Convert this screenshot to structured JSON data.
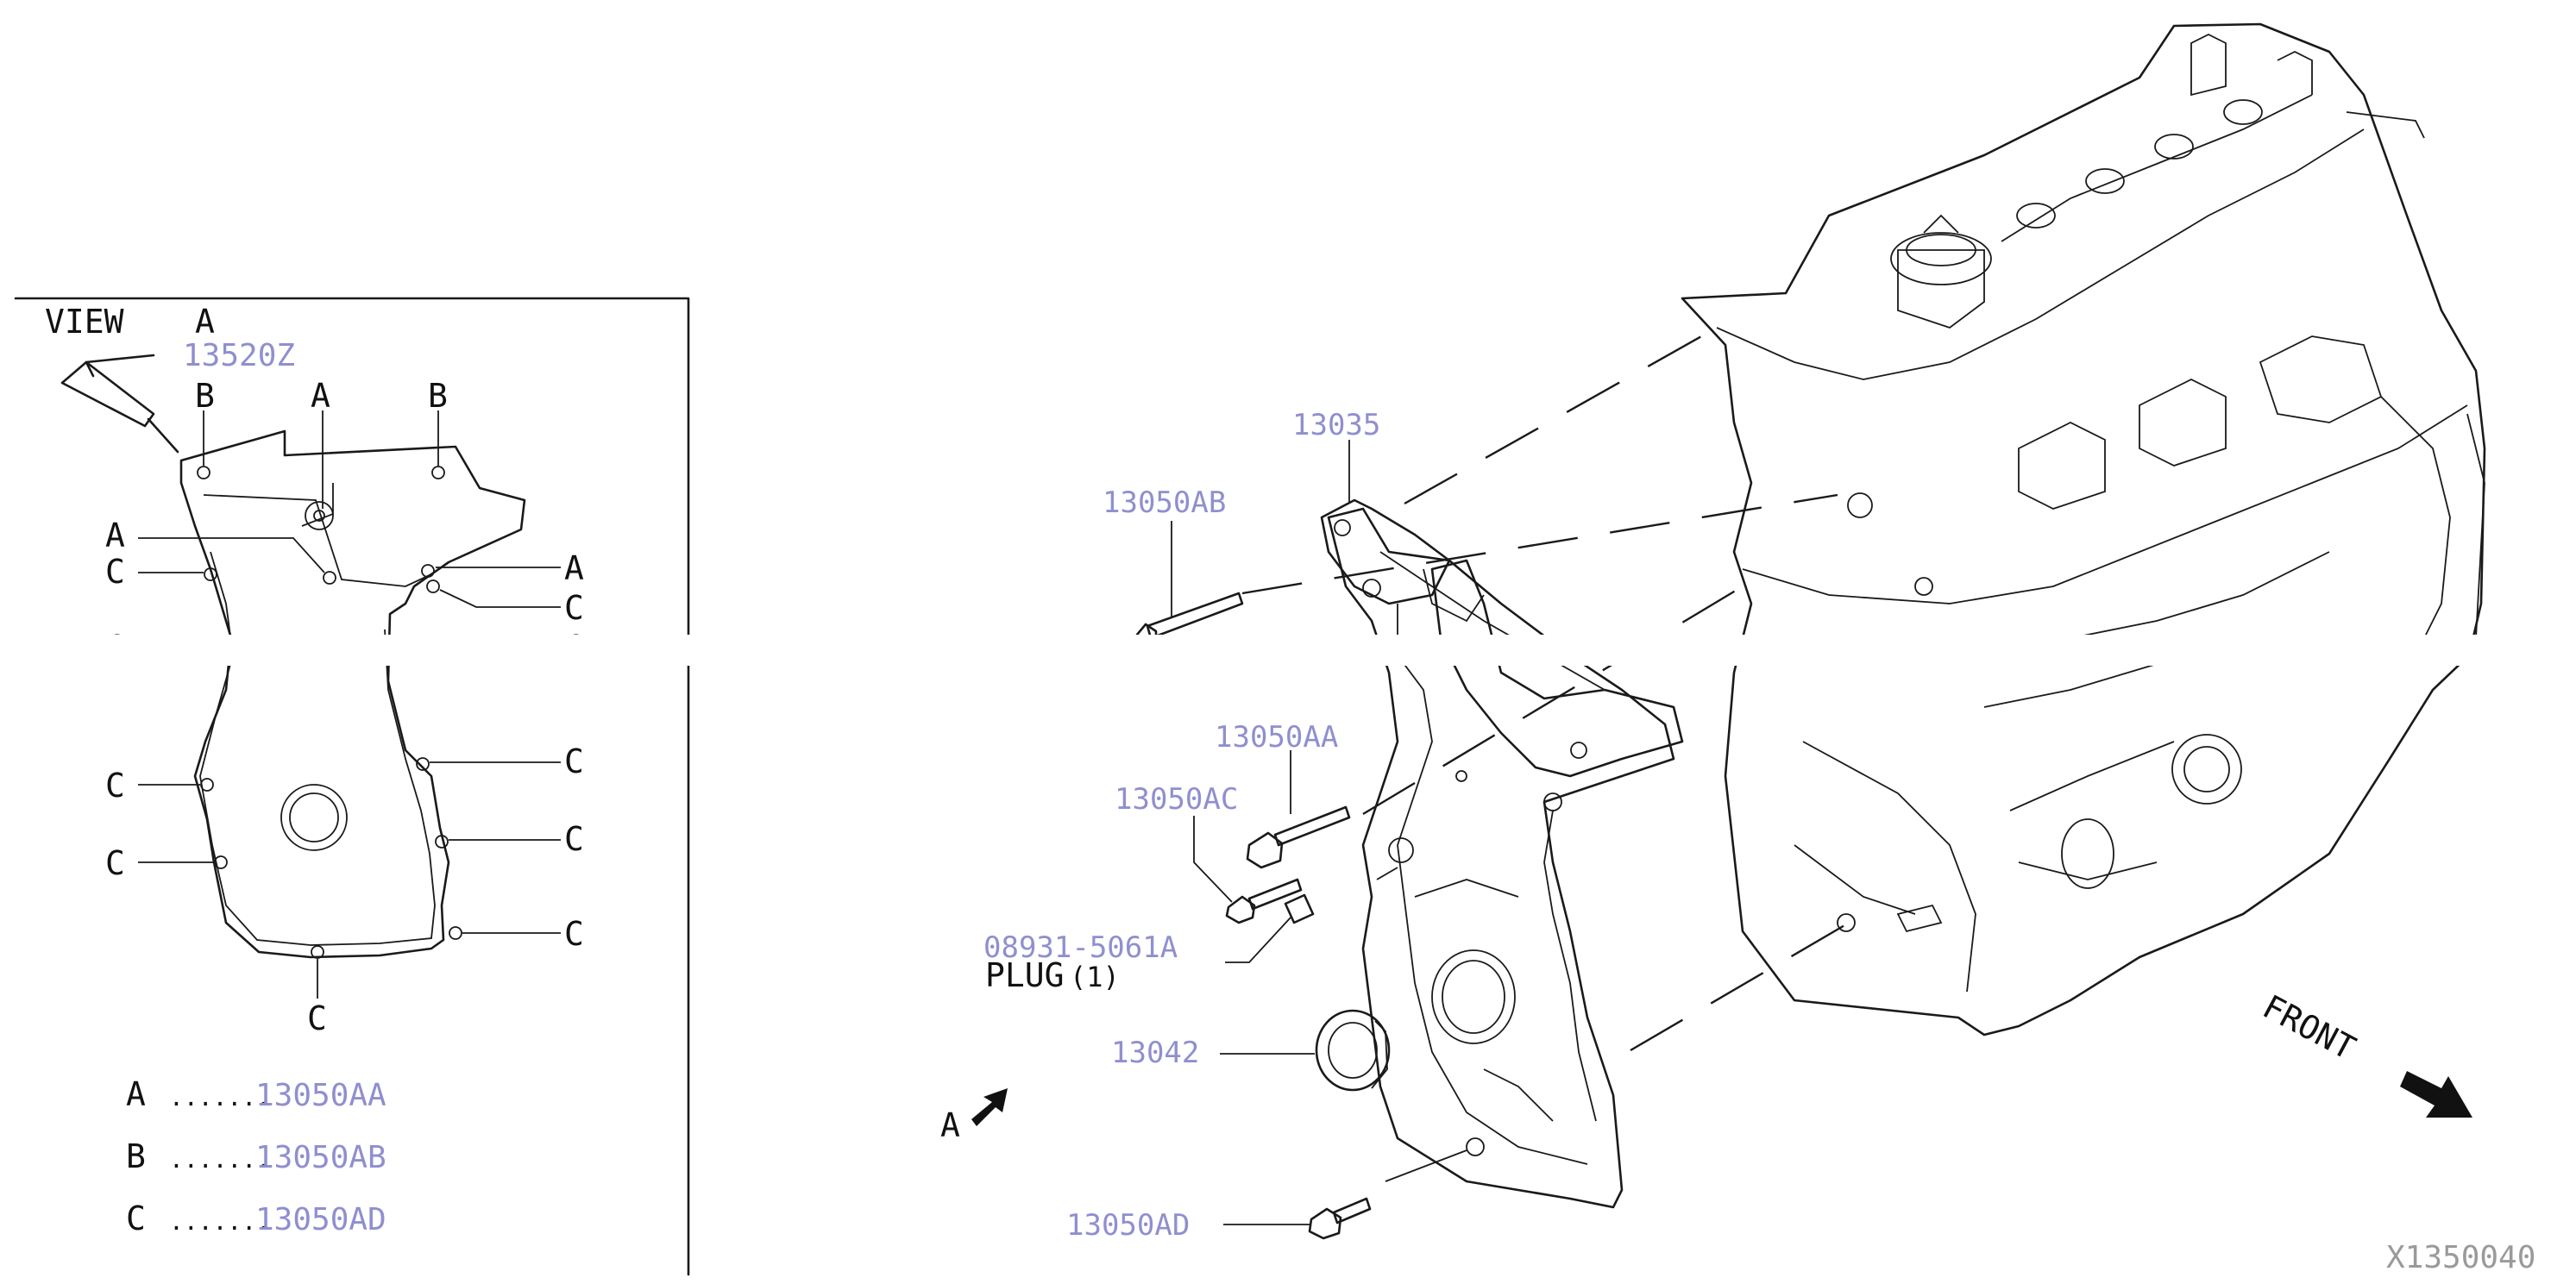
{
  "view": {
    "title": "VIEW",
    "title_letter": "A",
    "sealant_part": "13520Z",
    "letters": {
      "a": "A",
      "b": "B",
      "c": "C"
    },
    "legend": [
      {
        "letter": "A",
        "dots": ".......",
        "part": "13050AA"
      },
      {
        "letter": "B",
        "dots": ".......",
        "part": "13050AB"
      },
      {
        "letter": "C",
        "dots": ".......",
        "part": "13050AD"
      }
    ]
  },
  "parts": {
    "p13035": "13035",
    "p13050AB": "13050AB",
    "p13050AA": "13050AA",
    "p13050AC": "13050AC",
    "p08931": "08931-5061A",
    "plug": "PLUG",
    "plug_qty": "(1)",
    "p13042": "13042",
    "p13050AD": "13050AD"
  },
  "arrows": {
    "view_arrow": "A",
    "front": "FRONT"
  },
  "figure_id": "X1350040",
  "colors": {
    "line": "#1a1a1a",
    "part_number": "#8f8fcf",
    "background": "#ffffff"
  }
}
